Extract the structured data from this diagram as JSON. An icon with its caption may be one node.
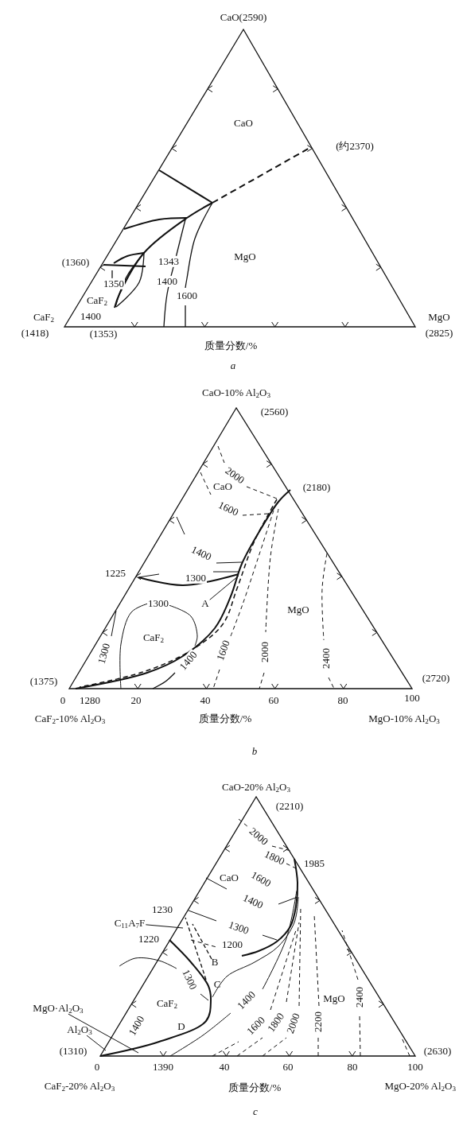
{
  "diagram": {
    "nodes": [
      {
        "text": [
          "A"
        ]
      },
      {
        "text": [
          "C$_{11}$A$_{7}$F"
        ]
      },
      {
        "text": [
          "MgO·Al$_{2}$O$_{3}$"
        ]
      },
      {
        "text": [
          "Al$_{2}$O$_{3}$"
        ]
      }
    ],
    "edges": [
      {
        "from": 0,
        "to": null,
        "arrow": "none"
      },
      {
        "from": 1,
        "to": null,
        "arrow": "none"
      },
      {
        "from": 2,
        "to": null,
        "arrow": "none"
      },
      {
        "from": 3,
        "to": null,
        "arrow": "none"
      }
    ],
    "labels": [
      "CaO(2590)",
      "CaO",
      "(约2370)",
      "MgO",
      "(1360)",
      "1343",
      "1350",
      "1400",
      "1600",
      "CaF$_{2}$",
      "CaF$_{2}$",
      "1400",
      "MgO",
      "(1418)",
      "(1353)",
      "(2825)",
      "质量分数/%",
      "a",
      "CaO-10% Al$_{2}$O$_{3}$",
      "(2560)",
      "2000",
      "CaO",
      "(2180)",
      "1600",
      "1400",
      "1225",
      "1300",
      "1300",
      "MgO",
      "CaF$_{2}$",
      "1300",
      "1400",
      "1600",
      "2000",
      "2400",
      "(1375)",
      "(2720)",
      "0",
      "1280",
      "20",
      "40",
      "60",
      "80",
      "100",
      "CaF$_{2}$-10% Al$_{2}$O$_{3}$",
      "质量分数/%",
      "MgO-10% Al$_{2}$O$_{3}$",
      "b",
      "CaO-20% Al$_{2}$O$_{3}$",
      "(2210)",
      "2000",
      "1800",
      "1985",
      "CaO",
      "1600",
      "1400",
      "1230",
      "1300",
      "1220",
      "1200",
      "B",
      "1300",
      "C",
      "CaF$_{2}$",
      "1400",
      "MgO",
      "2400",
      "1400",
      "D",
      "1600",
      "1800",
      "2000",
      "2200",
      "(1310)",
      "(2630)",
      "0",
      "1390",
      "40",
      "60",
      "80",
      "100",
      "CaF$_{2}$-20% Al$_{2}$O$_{3}$",
      "质量分数/%",
      "MgO-20% Al$_{2}$O$_{3}$",
      "c"
    ]
  }
}
